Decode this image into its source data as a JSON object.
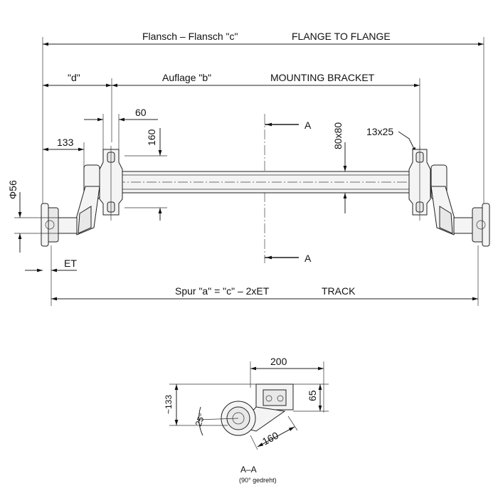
{
  "top": {
    "flange_de": "Flansch – Flansch \"c\"",
    "flange_en": "FLANGE TO FLANGE",
    "d_label": "\"d\"",
    "bracket_de": "Auflage \"b\"",
    "bracket_en": "MOUNTING BRACKET",
    "dim_60": "60",
    "dim_133": "133",
    "dim_160": "160",
    "dim_80x80": "80x80",
    "dim_13x25": "13x25",
    "dim_phi56": "Φ56",
    "section_a_top": "A",
    "section_a_bottom": "A",
    "et_label": "ET",
    "track_de": "Spur \"a\" = \"c\" – 2xET",
    "track_en": "TRACK"
  },
  "section": {
    "dim_200": "200",
    "dim_65": "65",
    "dim_133": "~133",
    "dim_25": "25°",
    "dim_160": "160",
    "title": "A–A",
    "subtitle": "(90° gedreht)"
  }
}
